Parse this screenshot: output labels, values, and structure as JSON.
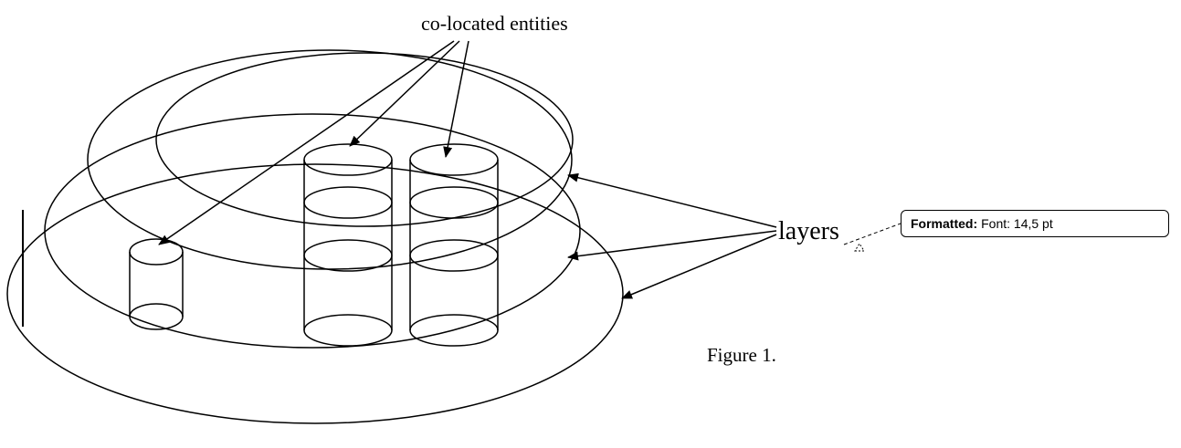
{
  "labels": {
    "colocated": "co-located entities",
    "layers": "layers",
    "figure": "Figure 1."
  },
  "comment": {
    "heading": "Formatted:",
    "text": "Font: 14,5 pt"
  }
}
